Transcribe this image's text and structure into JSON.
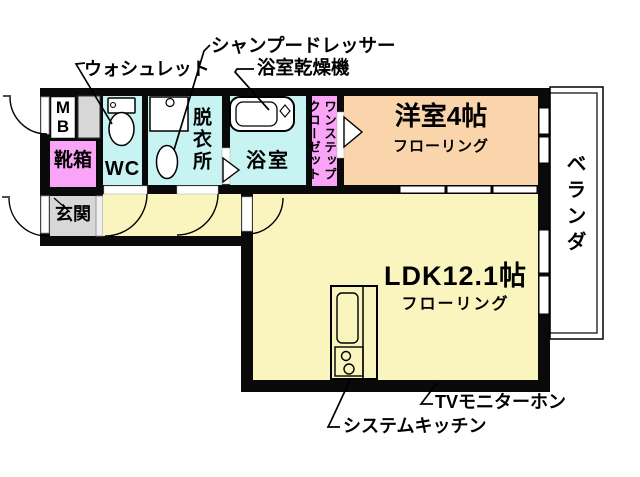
{
  "floor_plan": {
    "rooms": {
      "western_room": {
        "name": "洋室4帖",
        "floor": "フローリング"
      },
      "ldk": {
        "name": "LDK12.1帖",
        "floor": "フローリング"
      },
      "wc": {
        "label": "WC"
      },
      "dressing_room": {
        "label": "脱衣所"
      },
      "bathroom": {
        "label": "浴室"
      },
      "closet": {
        "label": "ワンステップ\nクローゼット"
      },
      "shoe_box": {
        "label": "靴箱"
      },
      "entrance": {
        "label": "玄関"
      },
      "meter_box": {
        "label": "M\nB"
      },
      "veranda": {
        "label": "ベランダ"
      }
    },
    "annotations": {
      "washlet": "ウォシュレット",
      "shampoo_dresser": "シャンプードレッサー",
      "bathroom_dryer": "浴室乾燥機",
      "tv_monitor_phone": "TVモニターホン",
      "system_kitchen": "システムキッチン"
    },
    "colors": {
      "wall": "#0a0a0a",
      "wet_area": "#c8f3f3",
      "pink": "#faa4f8",
      "peach": "#fad5ac",
      "flooring": "#faf5be",
      "gray": "#d7d7d7",
      "step": "#f0f0f0",
      "white": "#ffffff"
    }
  }
}
